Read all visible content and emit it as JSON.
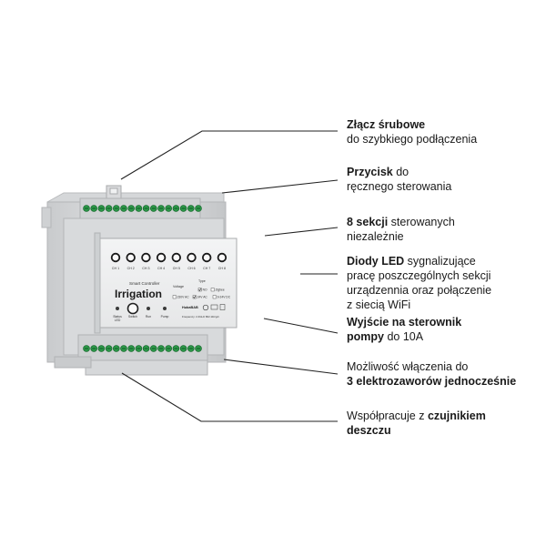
{
  "device": {
    "channels": [
      "CH 1",
      "CH 2",
      "CH 3",
      "CH 4",
      "CH 5",
      "CH 6",
      "CH 7",
      "CH 8"
    ],
    "brand_line": "Smart Controller",
    "name": "Irrigation",
    "voltage_title": "Voltage",
    "voltage_options": [
      "230V AC",
      "24V AC",
      "9-24V DC"
    ],
    "type_title": "Type",
    "type_options": [
      "NO",
      "Zigbee"
    ],
    "bottom_labels": [
      "Status LED",
      "Switch",
      "Run",
      "Pump"
    ],
    "brand": "HubaBAB",
    "frequency": "Frequency: 2.4GHz 802.11b/g/n"
  },
  "callouts": [
    {
      "id": "terminals",
      "lines": [
        [
          {
            "t": "Złącz śrubowe",
            "b": true
          }
        ],
        [
          {
            "t": "do szybkiego podłączenia",
            "b": false
          }
        ]
      ]
    },
    {
      "id": "button",
      "lines": [
        [
          {
            "t": "Przycisk",
            "b": true
          },
          {
            "t": " do",
            "b": false
          }
        ],
        [
          {
            "t": "ręcznego sterowania",
            "b": false
          }
        ]
      ]
    },
    {
      "id": "sections",
      "lines": [
        [
          {
            "t": "8 sekcji",
            "b": true
          },
          {
            "t": " sterowanych",
            "b": false
          }
        ],
        [
          {
            "t": "niezależnie",
            "b": false
          }
        ]
      ]
    },
    {
      "id": "leds",
      "lines": [
        [
          {
            "t": "Diody LED",
            "b": true
          },
          {
            "t": " sygnalizujące",
            "b": false
          }
        ],
        [
          {
            "t": "pracę poszczególnych sekcji",
            "b": false
          }
        ],
        [
          {
            "t": "urządzennia oraz połączenie",
            "b": false
          }
        ],
        [
          {
            "t": "z siecią WiFi",
            "b": false
          }
        ]
      ]
    },
    {
      "id": "pump",
      "lines": [
        [
          {
            "t": "Wyjście na sterownik",
            "b": true
          }
        ],
        [
          {
            "t": "pompy",
            "b": true
          },
          {
            "t": " do 10A",
            "b": false
          }
        ]
      ]
    },
    {
      "id": "valves",
      "lines": [
        [
          {
            "t": "Możliwość włączenia do",
            "b": false
          }
        ],
        [
          {
            "t": "3 elektrozaworów jednocześnie",
            "b": true
          }
        ]
      ]
    },
    {
      "id": "rain",
      "lines": [
        [
          {
            "t": "Współpracuje z ",
            "b": false
          },
          {
            "t": "czujnikiem",
            "b": true
          }
        ],
        [
          {
            "t": "deszczu",
            "b": true
          }
        ]
      ]
    }
  ]
}
